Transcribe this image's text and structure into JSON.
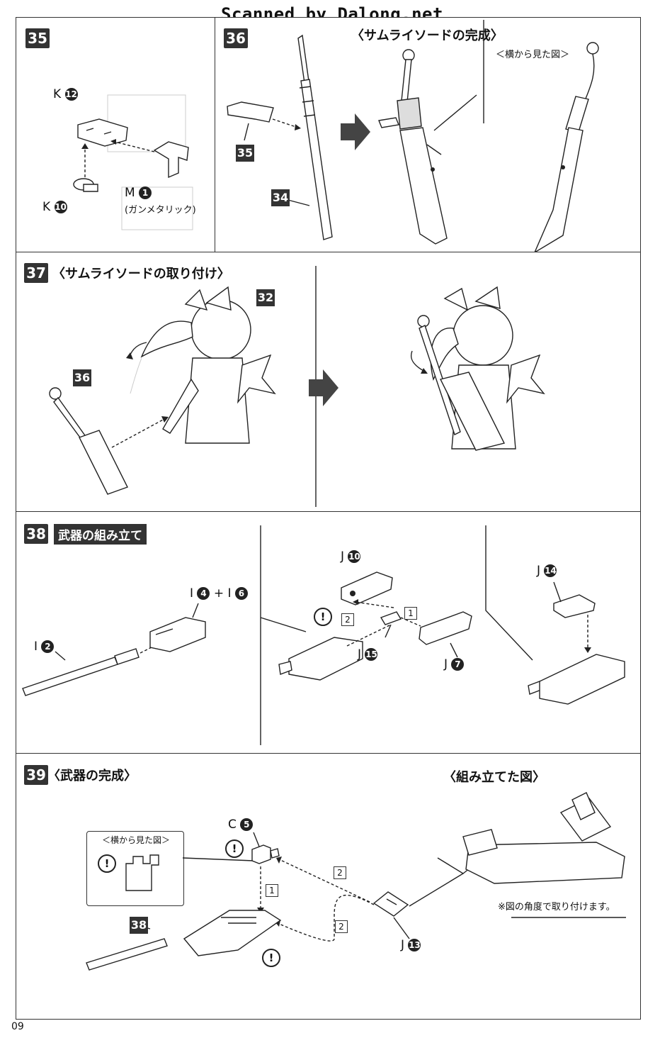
{
  "header": {
    "watermark": "Scanned by Dalong.net"
  },
  "steps": {
    "s35": {
      "num": "35",
      "labels": {
        "k12": "K",
        "k12n": "12",
        "k10": "K",
        "k10n": "10",
        "m1": "M",
        "m1n": "1",
        "m1note": "(ガンメタリック)"
      }
    },
    "s36": {
      "num": "36",
      "title": "〈サムライソードの完成〉",
      "side_view": "＜横から見た図＞",
      "ref35": "35",
      "ref34": "34"
    },
    "s37": {
      "num": "37",
      "title": "〈サムライソードの取り付け〉",
      "ref32": "32",
      "ref36": "36"
    },
    "s38": {
      "num": "38",
      "title": "武器の組み立て",
      "labels": {
        "i2": "I",
        "i2n": "2",
        "i4": "I",
        "i4n": "4",
        "plus": "+",
        "i6": "I",
        "i6n": "6",
        "j10": "J",
        "j10n": "10",
        "j15": "J",
        "j15n": "15",
        "j7": "J",
        "j7n": "7",
        "j14": "J",
        "j14n": "14"
      },
      "order": [
        "1",
        "2"
      ]
    },
    "s39": {
      "num": "39",
      "title": "〈武器の完成〉",
      "assembled_title": "〈組み立てた図〉",
      "side_view": "＜横から見た図＞",
      "ref38": "38",
      "labels": {
        "c5": "C",
        "c5n": "5",
        "j13": "J",
        "j13n": "13"
      },
      "order": [
        "1",
        "2",
        "2"
      ],
      "note": "※図の角度で取り付けます。"
    }
  },
  "warning_symbol": "!",
  "page_number": "09"
}
